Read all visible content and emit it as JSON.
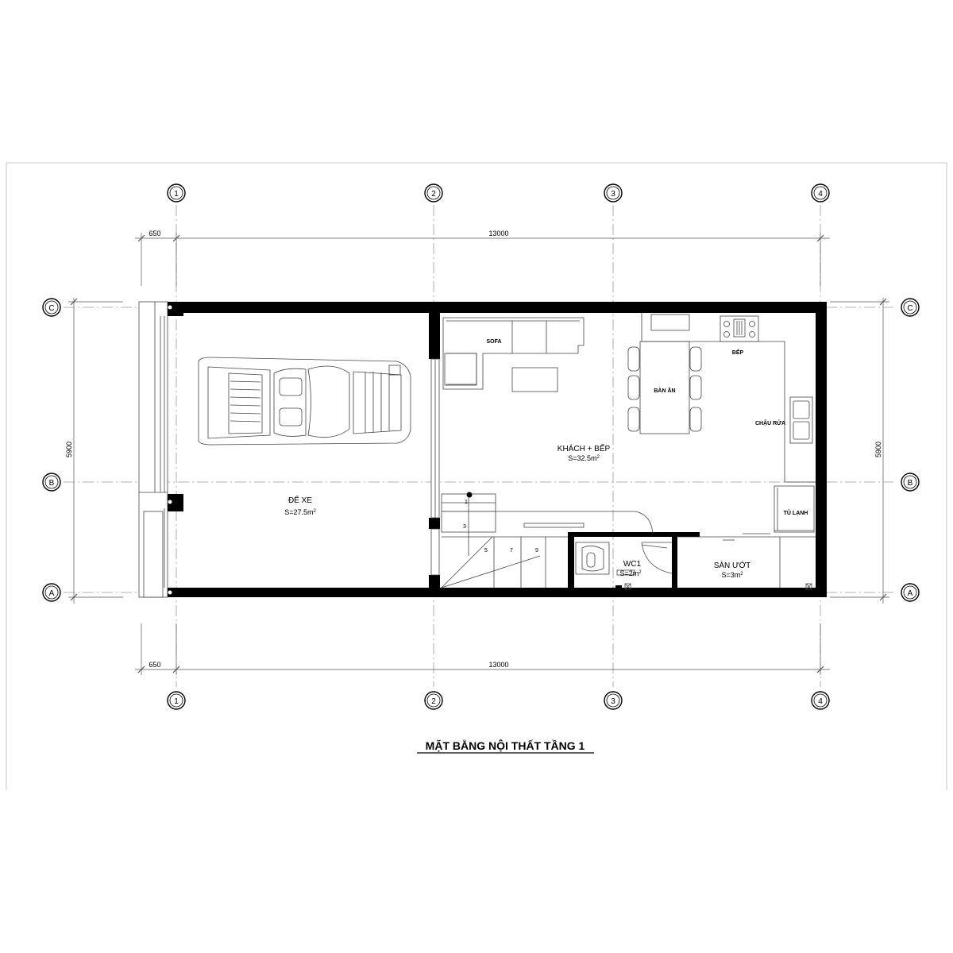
{
  "title": "MẶT BẰNG NỘI THẤT TẦNG 1",
  "grid_axes": {
    "columns": [
      "1",
      "2",
      "3",
      "4"
    ],
    "rows": [
      "C",
      "B",
      "A"
    ]
  },
  "dimensions": {
    "top_offset": "650",
    "top_total": "13000",
    "bottom_offset": "650",
    "bottom_total": "13000",
    "left_height": "5900",
    "right_height": "5900"
  },
  "rooms": {
    "garage": {
      "name": "ĐỂ XE",
      "area": "S=27.5m",
      "sup": "2"
    },
    "living_kitchen": {
      "name": "KHÁCH + BẾP",
      "area": "S=32.5m",
      "sup": "2"
    },
    "wc": {
      "name": "WC1",
      "area": "S=2m",
      "sup": "2"
    },
    "wet_floor": {
      "name": "SÀN ƯỚT",
      "area": "S=3m",
      "sup": "2"
    }
  },
  "furniture_labels": {
    "sofa": "SOFA",
    "dining": "BÀN ĂN",
    "stove": "BẾP",
    "sink": "CHẬU RỬA",
    "fridge": "TỦ LẠNH"
  },
  "stair_steps": [
    "1",
    "3",
    "5",
    "7",
    "9"
  ]
}
